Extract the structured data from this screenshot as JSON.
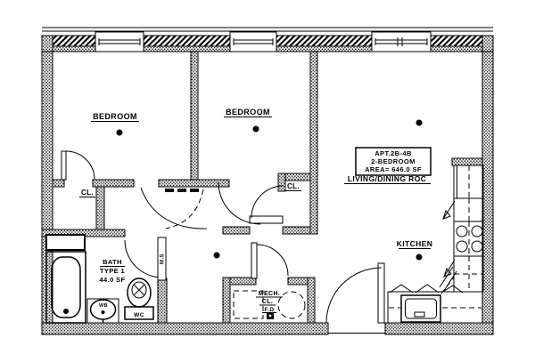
{
  "plan": {
    "rooms": {
      "bedroom1": {
        "label": "BEDROOM"
      },
      "bedroom2": {
        "label": "BEDROOM"
      },
      "closet1": {
        "label": "CL."
      },
      "closet2": {
        "label": "CL."
      },
      "bath": {
        "label": "BATH",
        "type": "TYPE 1",
        "area": "44.0 SF"
      },
      "mech": {
        "label": "MECH.",
        "label2": "CL.",
        "label3": "F.D"
      },
      "kitchen": {
        "label": "KITCHEN"
      }
    },
    "info_box": {
      "apt": "APT.2B-4B",
      "type": "2-BEDROOM",
      "area": "AREA= 646.0 SF",
      "room": "LIVING/DINING ROC"
    },
    "fixtures": {
      "washbasin": "WB",
      "toilet": "WC",
      "door_marker": "M.S"
    },
    "colors": {
      "line": "#000000",
      "background": "#ffffff"
    }
  }
}
